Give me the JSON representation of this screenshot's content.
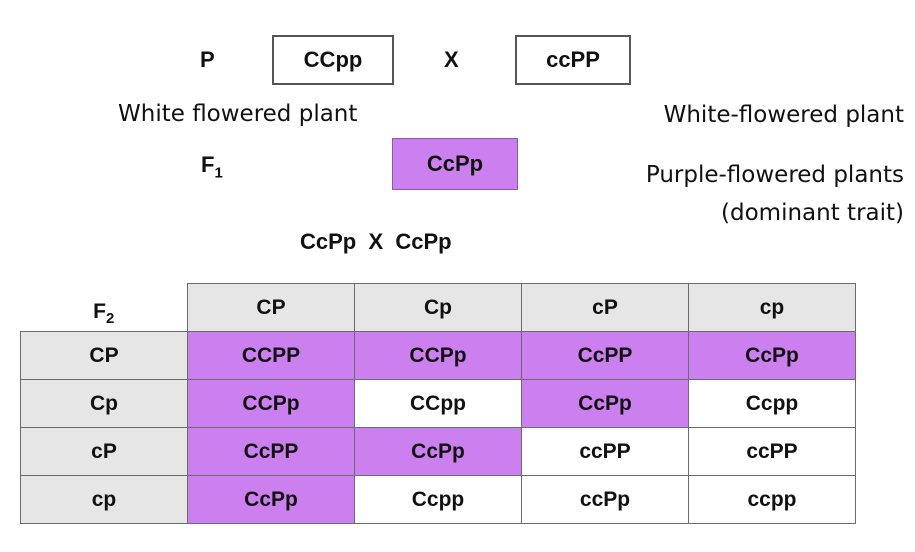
{
  "parents": {
    "p_label": "P",
    "parent1": "CCpp",
    "cross_symbol": "X",
    "parent2": "ccPP",
    "parent1_caption": "White flowered plant",
    "parent2_caption": "White-flowered plant"
  },
  "f1": {
    "label_letter": "F",
    "label_sub": "1",
    "genotype": "CcPp",
    "caption_line1": "Purple-flowered plants",
    "caption_line2": "(dominant trait)",
    "cross_text": "CcPp  X  CcPp"
  },
  "f2": {
    "label_letter": "F",
    "label_sub": "2",
    "column_gametes": [
      "CP",
      "Cp",
      "cP",
      "cp"
    ],
    "rows": [
      {
        "gamete": "CP",
        "cells": [
          "CCPP",
          "CCPp",
          "CcPP",
          "CcPp"
        ]
      },
      {
        "gamete": "Cp",
        "cells": [
          "CCPp",
          "CCpp",
          "CcPp",
          "Ccpp"
        ]
      },
      {
        "gamete": "cP",
        "cells": [
          "CcPP",
          "CcPp",
          "ccPP",
          "ccPP"
        ]
      },
      {
        "gamete": "cp",
        "cells": [
          "CcPp",
          "Ccpp",
          "ccPp",
          "ccpp"
        ]
      }
    ],
    "purple_mask": [
      [
        true,
        true,
        true,
        true
      ],
      [
        true,
        false,
        true,
        false
      ],
      [
        true,
        true,
        false,
        false
      ],
      [
        true,
        false,
        false,
        false
      ]
    ]
  },
  "colors": {
    "purple": "#cc80f0",
    "header_gray": "#e6e6e6",
    "white": "#ffffff"
  }
}
